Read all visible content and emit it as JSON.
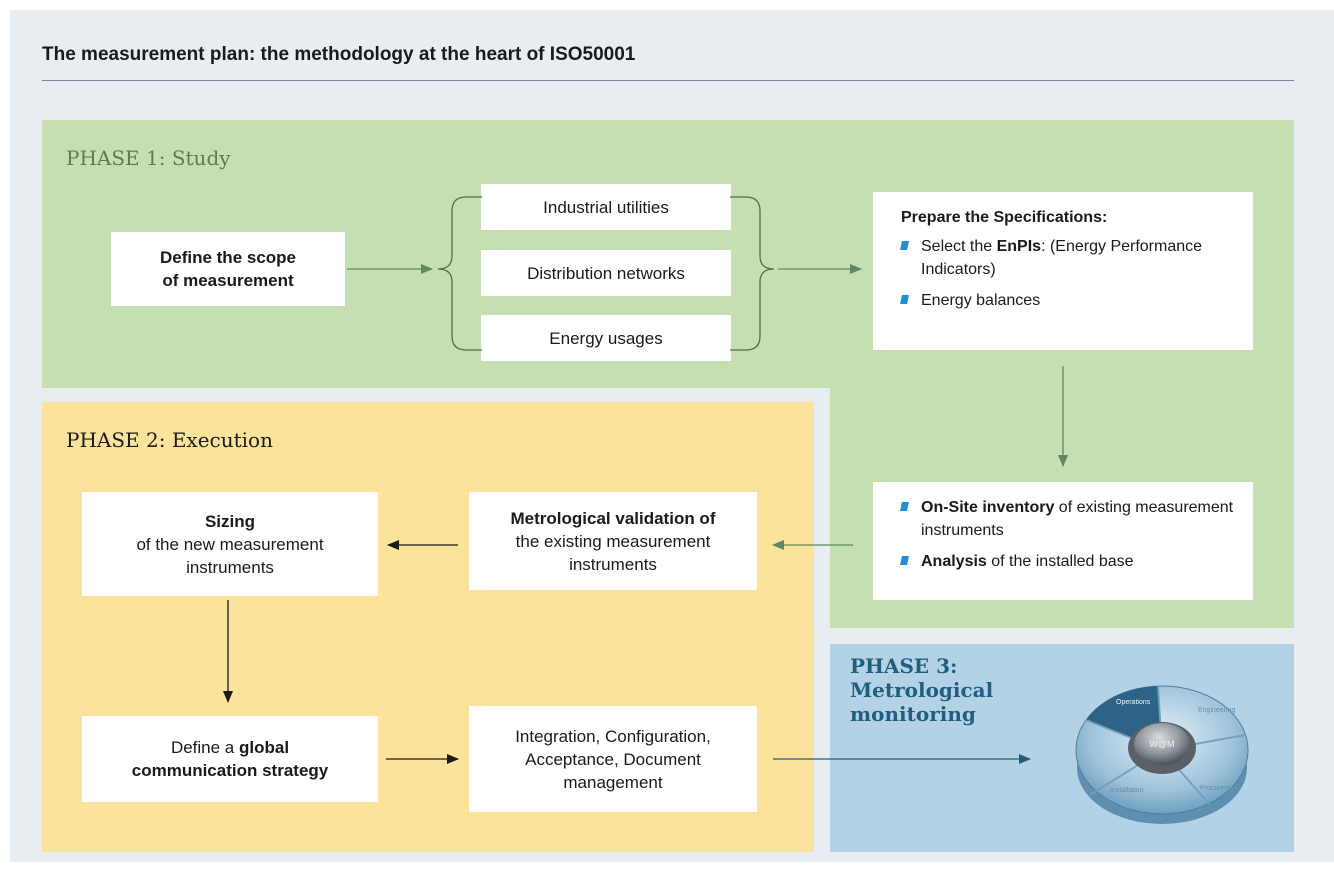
{
  "title": "The measurement plan: the methodology at the heart of ISO50001",
  "colors": {
    "phase1": "#c6dfb0",
    "phase2": "#fbe39c",
    "phase3": "#b4d2e6",
    "phase1_text": "#5a7d56",
    "phase3_text": "#1f5f7e",
    "bullet": "#1e8fd8"
  },
  "phase1": {
    "label": "PHASE 1: Study",
    "scope": {
      "line1": "Define the scope",
      "line2": "of measurement"
    },
    "categories": [
      "Industrial utilities",
      "Distribution networks",
      "Energy usages"
    ],
    "specs": {
      "heading": "Prepare the Specifications:",
      "item1_prefix": "Select the ",
      "item1_bold": "EnPIs",
      "item1_suffix": ": (Energy Performance Indicators)",
      "item2": "Energy balances"
    },
    "inventory": {
      "item1_bold": "On-Site inventory",
      "item1_rest": " of existing measurement instruments",
      "item2_bold": "Analysis",
      "item2_rest": " of the installed base"
    }
  },
  "phase2": {
    "label": "PHASE 2: Execution",
    "sizing": {
      "bold": "Sizing",
      "rest": "of the new measurement instruments"
    },
    "validation": {
      "bold": "Metrological validation of",
      "rest": "the existing measurement instruments"
    },
    "strategy": {
      "prefix": "Define a ",
      "bold1": "global",
      "bold2": "communication strategy"
    },
    "integration": {
      "text": "Integration, Configuration, Acceptance, Document management"
    }
  },
  "phase3": {
    "label_line1": "PHASE 3:",
    "label_line2": "Metrological",
    "label_line3": "monitoring",
    "wheel": {
      "center": "W@M",
      "segments": [
        "Operations",
        "Engineering",
        "Procurement",
        "Installation"
      ]
    }
  }
}
